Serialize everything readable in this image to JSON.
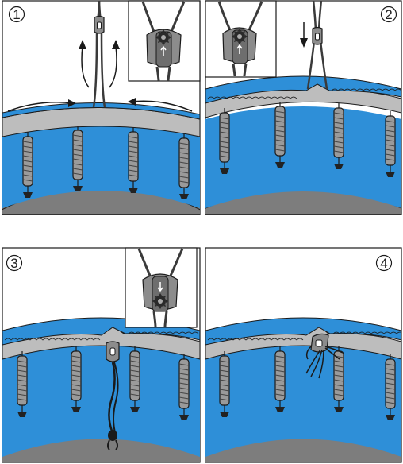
{
  "steps": [
    {
      "number": "1"
    },
    {
      "number": "2"
    },
    {
      "number": "3"
    },
    {
      "number": "4"
    }
  ],
  "colors": {
    "pad_blue": "#2e8fd8",
    "pad_blue_dark": "#1c6fb3",
    "frame_grey": "#bdbdbd",
    "mat_grey": "#7d7d7d",
    "spring_grey": "#9a9a9a",
    "cord": "#3a3a3a",
    "outline": "#1a1a1a",
    "buckle_grey": "#8c8c8c"
  },
  "icons": [
    "arrow-up-icon",
    "arrow-inward-icon",
    "arrow-down-icon",
    "gear-icon",
    "cord-knot-icon"
  ]
}
